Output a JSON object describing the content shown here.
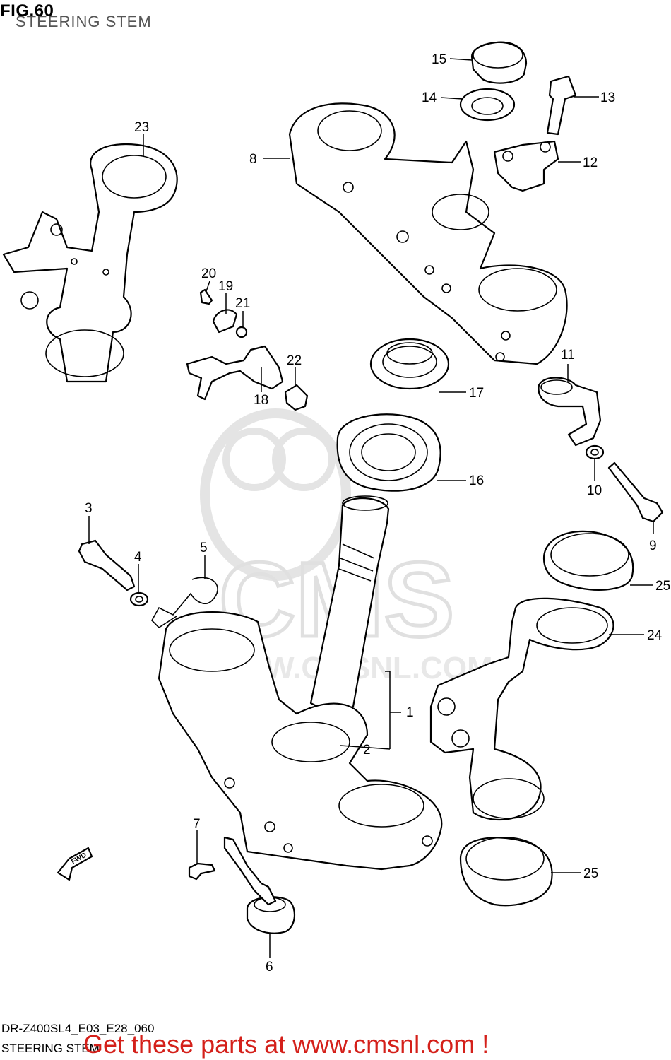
{
  "header": {
    "figure": "FIG.60",
    "title": "STEERING STEM"
  },
  "watermark": {
    "logo_text": "CMS",
    "url_text": "WWW.CMSNL.COM"
  },
  "fwd_badge": "FWD",
  "footer": {
    "diagram_code": "DR-Z400SL4_E03_E28_060",
    "name": "STEERING STEM",
    "promo": "Get these parts at www.cmsnl.com !"
  },
  "callouts": [
    "1",
    "2",
    "3",
    "4",
    "5",
    "6",
    "7",
    "8",
    "9",
    "10",
    "11",
    "12",
    "13",
    "14",
    "15",
    "16",
    "17",
    "18",
    "19",
    "20",
    "21",
    "22",
    "23",
    "24",
    "25",
    "25"
  ],
  "colors": {
    "promo": "#d4201a",
    "line": "#000000",
    "watermark": "#cfcfcf"
  }
}
